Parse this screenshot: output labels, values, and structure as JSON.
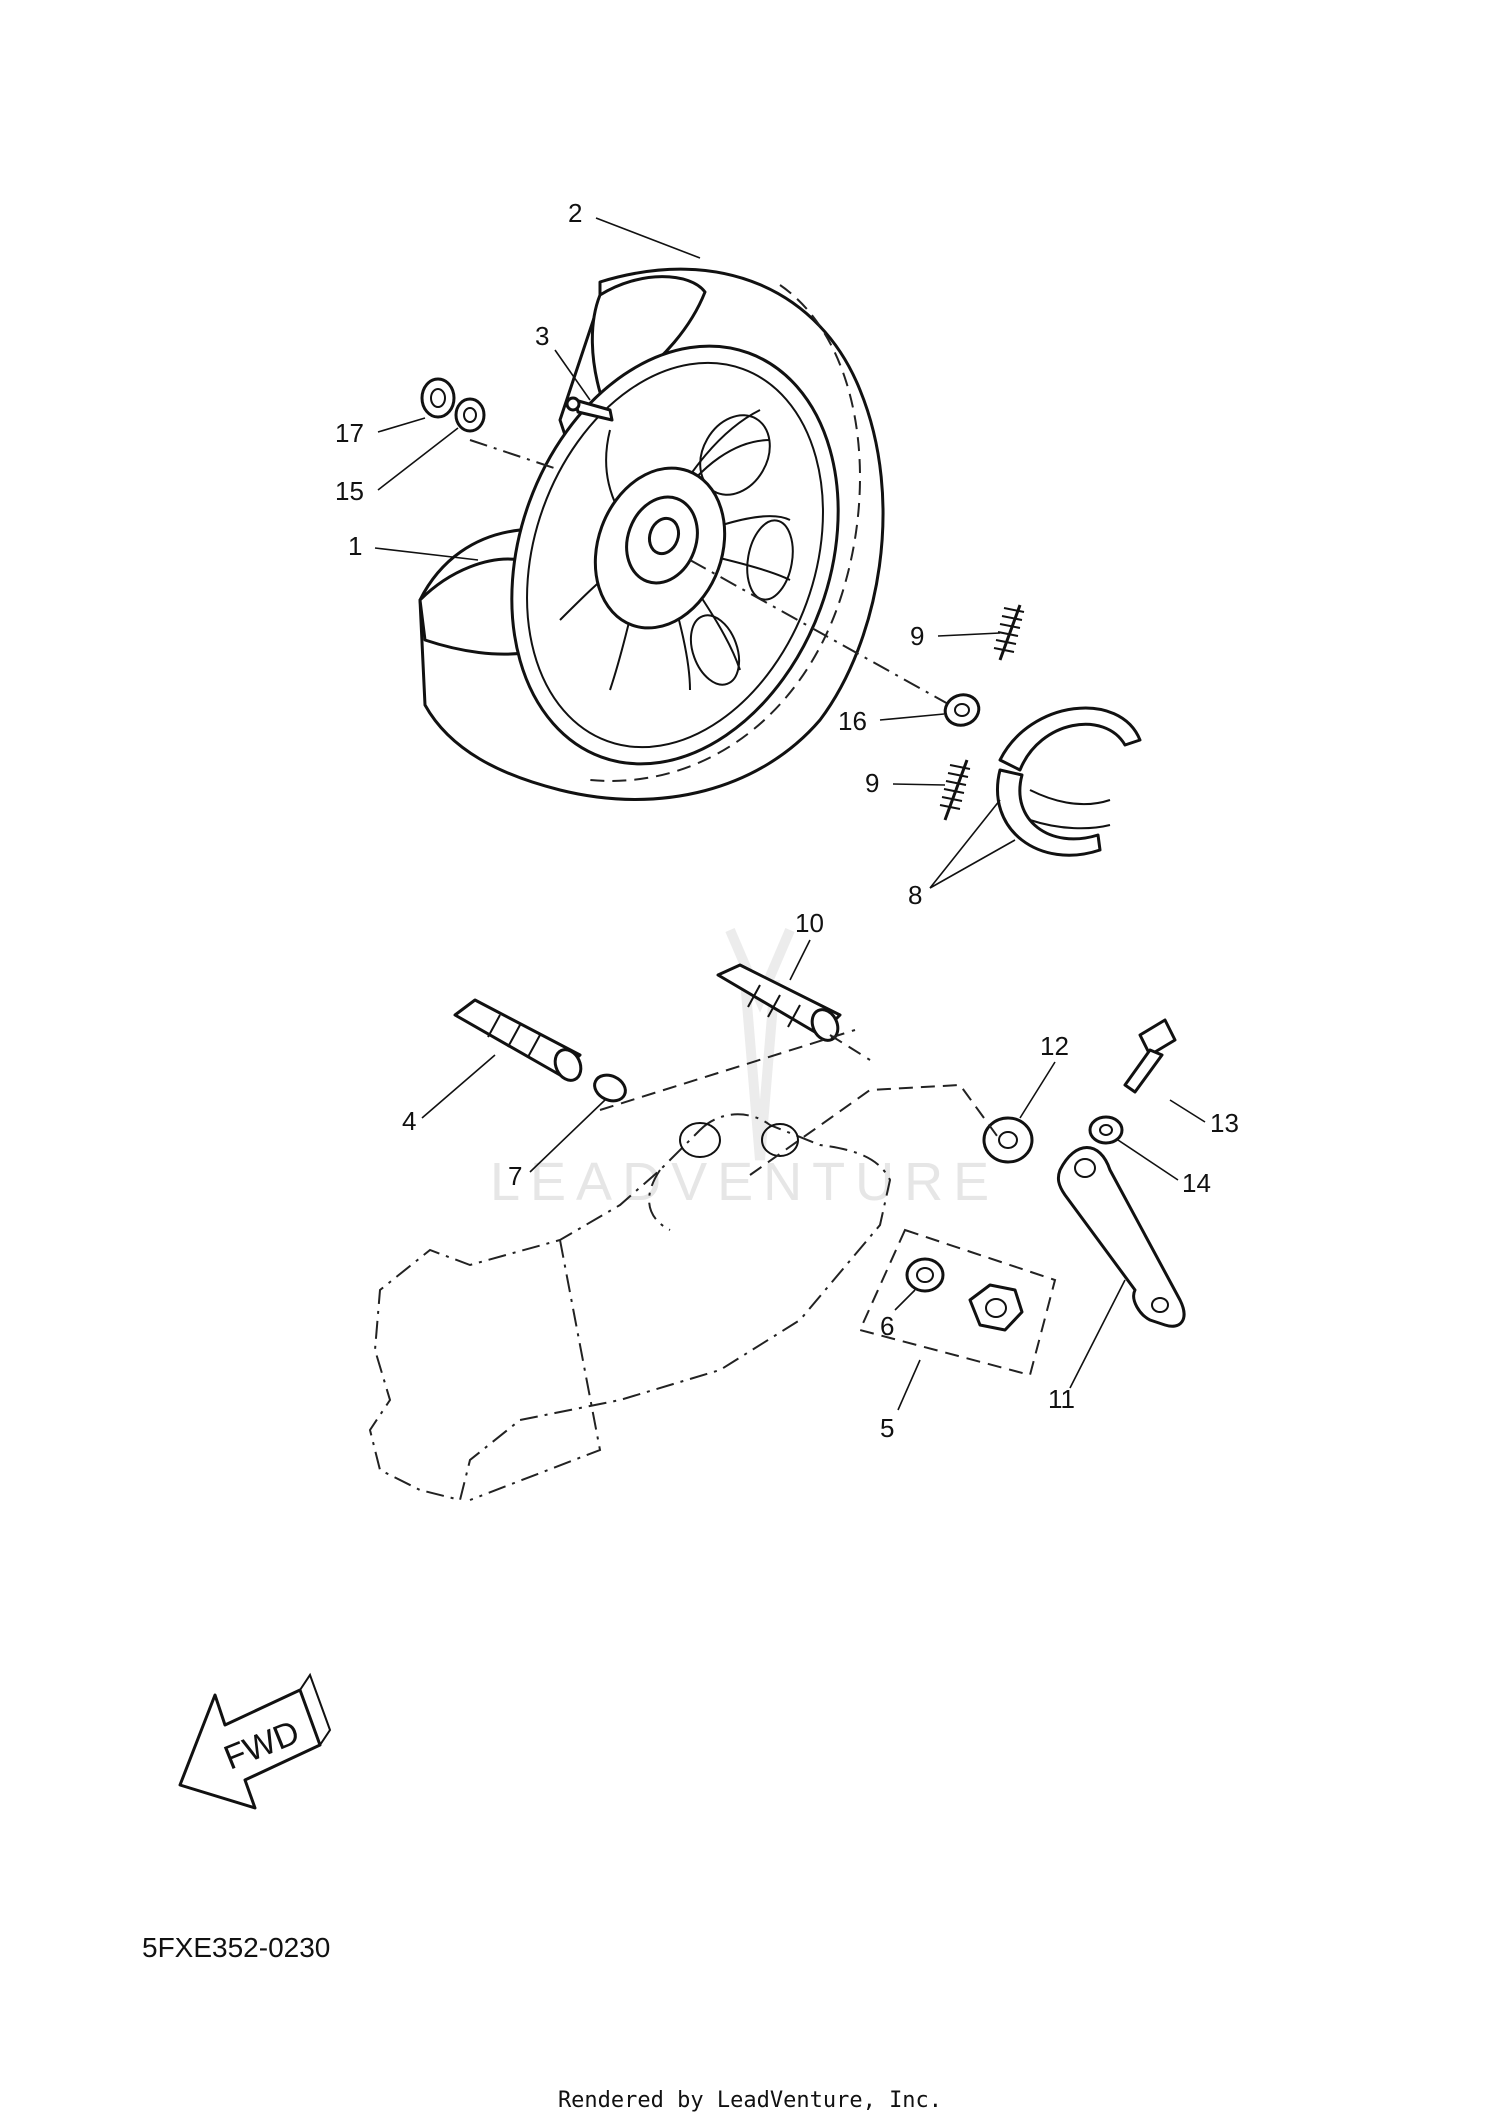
{
  "diagram": {
    "reference_code": "5FXE352-0230",
    "render_credit": "Rendered by LeadVenture, Inc.",
    "watermark": "LEADVENTURE",
    "fwd_label": "FWD",
    "callouts": [
      "1",
      "2",
      "3",
      "4",
      "5",
      "6",
      "7",
      "8",
      "9",
      "9",
      "10",
      "11",
      "12",
      "13",
      "14",
      "15",
      "16",
      "17"
    ]
  }
}
